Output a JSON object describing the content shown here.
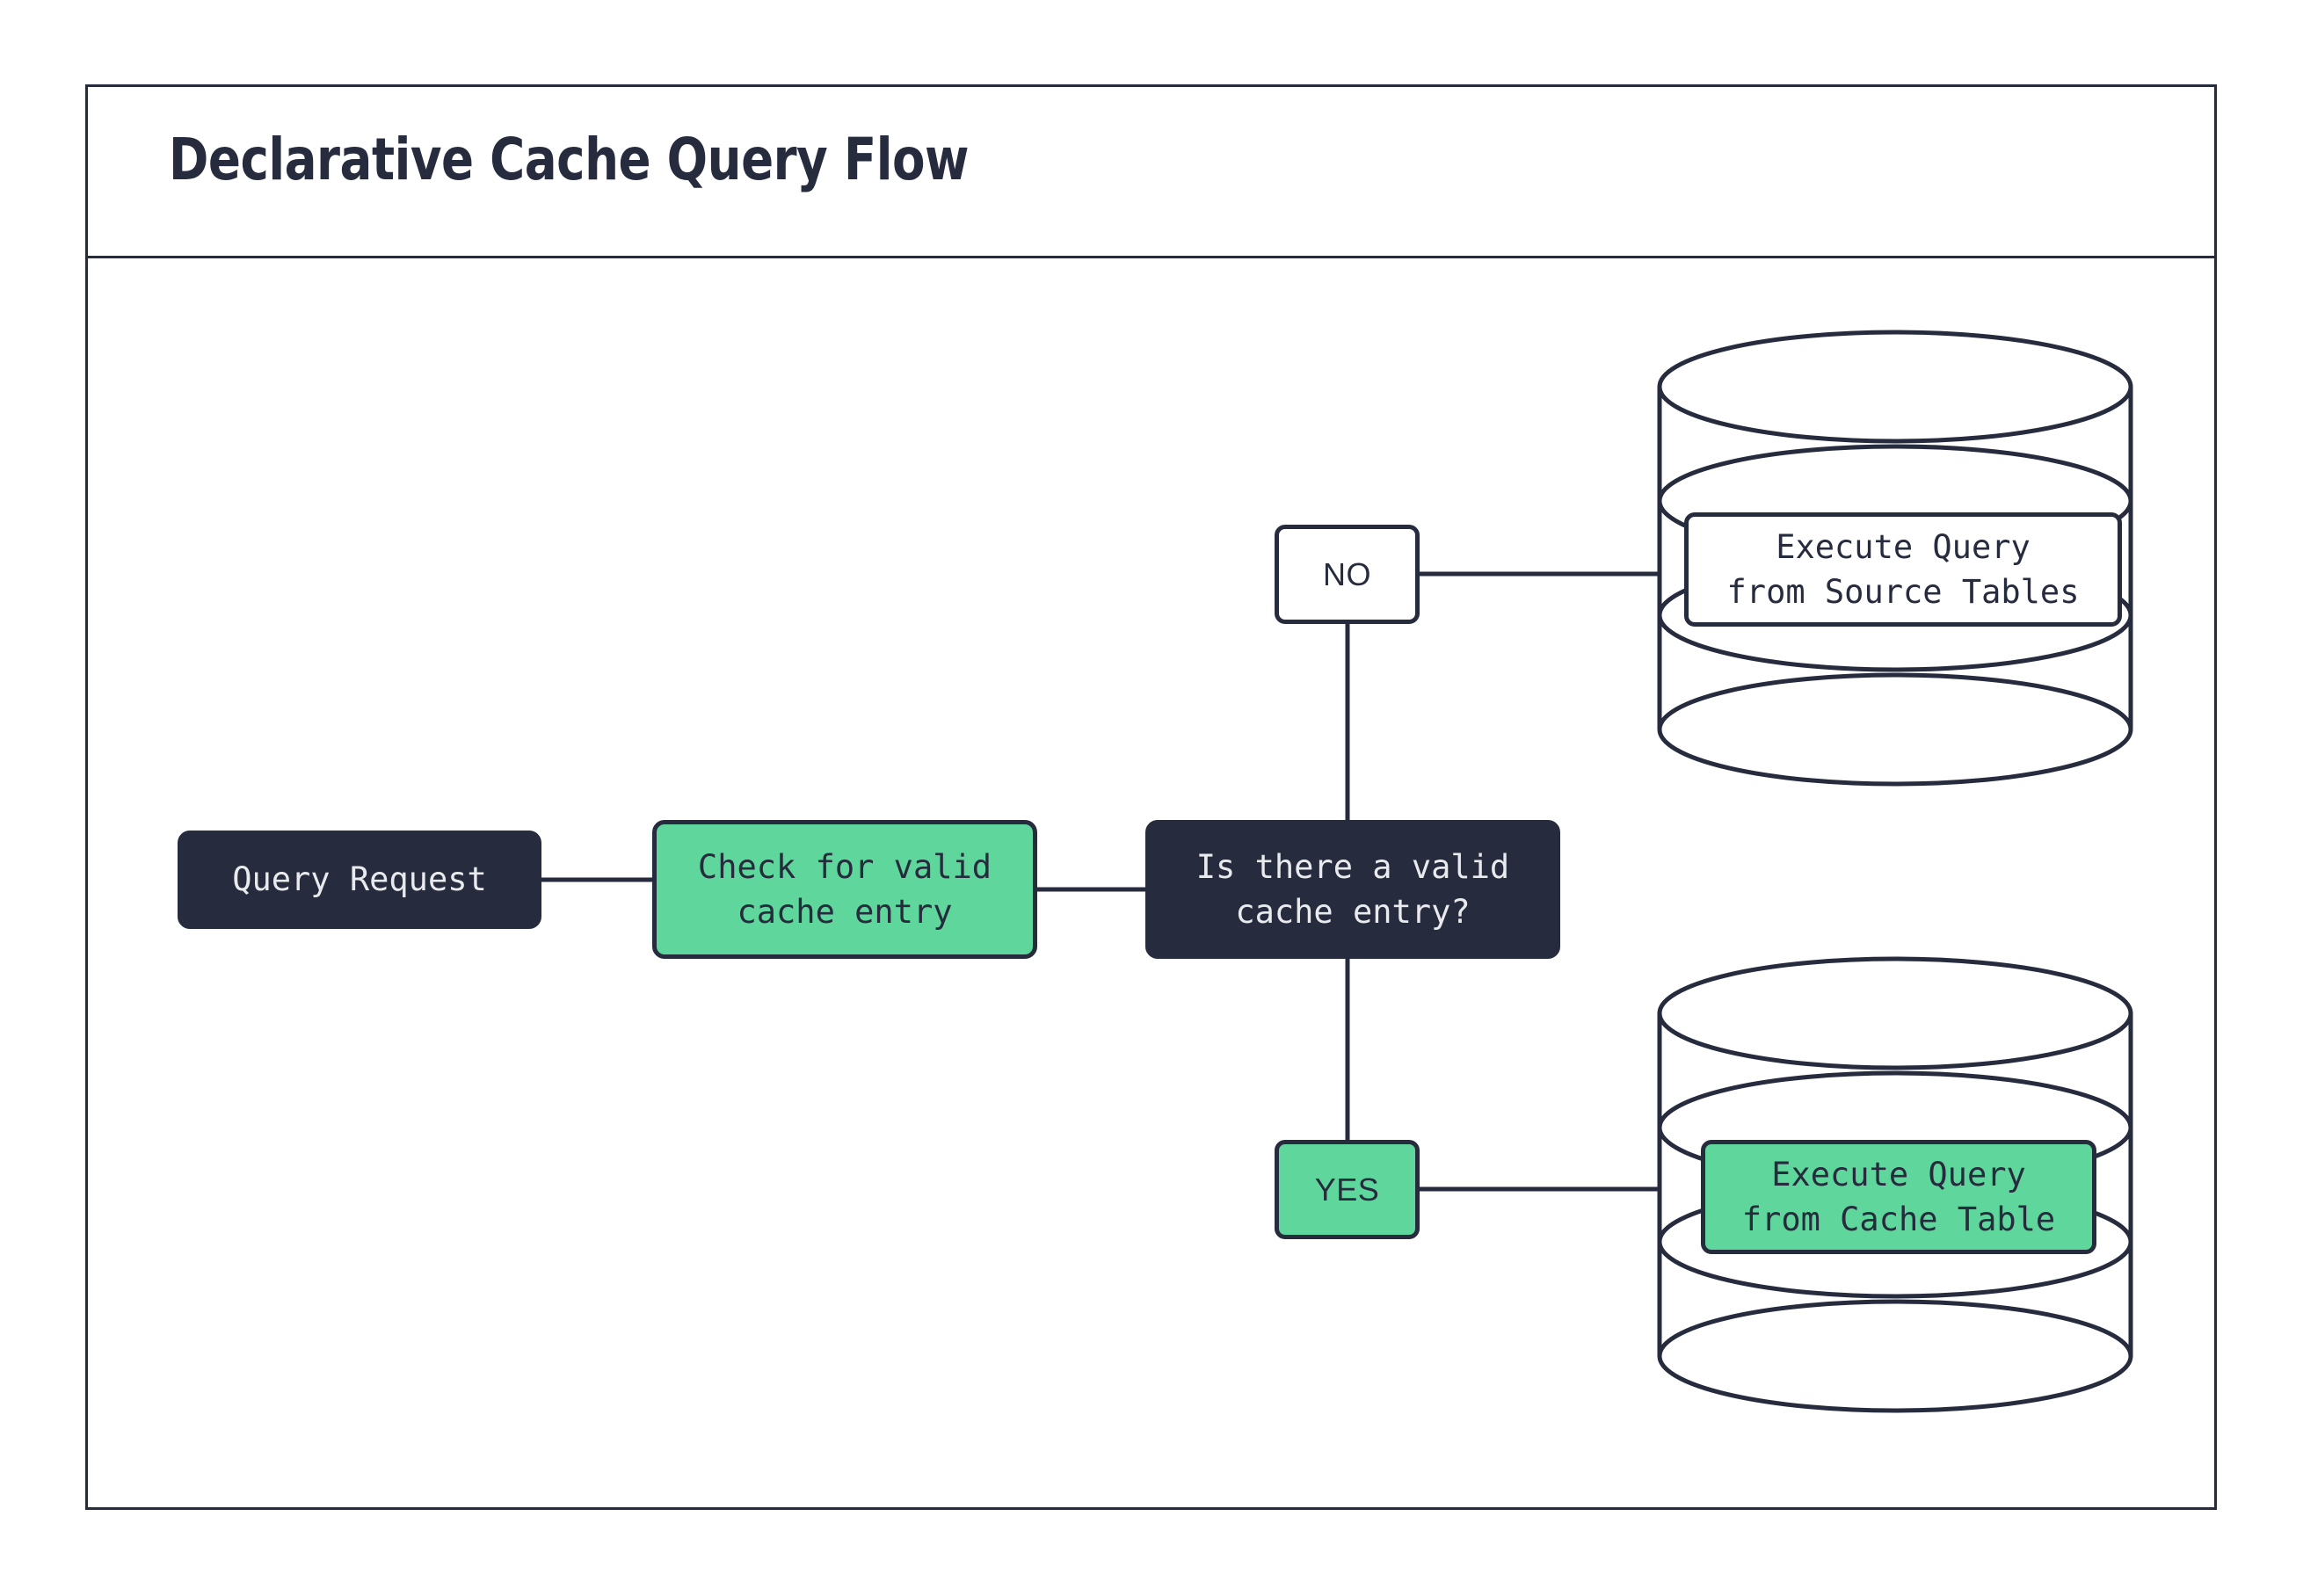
{
  "diagram": {
    "title": "Declarative Cache Query Flow",
    "colors": {
      "ink": "#262B3D",
      "accent_green": "#5FD69B",
      "surface": "#ffffff",
      "dark_text": "#e9eaee"
    },
    "nodes": [
      {
        "id": "query-request",
        "label": "Query Request",
        "style": "dark",
        "shape": "rounded-rect"
      },
      {
        "id": "check-cache",
        "label": "Check for valid\ncache entry",
        "style": "green",
        "shape": "rounded-rect"
      },
      {
        "id": "decision",
        "label": "Is there a valid\ncache entry?",
        "style": "dark",
        "shape": "rounded-rect"
      },
      {
        "id": "execute-source",
        "label": "Execute Query\nfrom Source Tables",
        "style": "white",
        "shape": "database-cylinder"
      },
      {
        "id": "execute-cache",
        "label": "Execute Query\nfrom Cache Table",
        "style": "green",
        "shape": "database-cylinder"
      }
    ],
    "edge_labels": [
      {
        "id": "no",
        "label": "NO",
        "style": "white"
      },
      {
        "id": "yes",
        "label": "YES",
        "style": "green"
      }
    ],
    "edges": [
      {
        "from": "query-request",
        "to": "check-cache",
        "label": ""
      },
      {
        "from": "check-cache",
        "to": "decision",
        "label": ""
      },
      {
        "from": "decision",
        "to": "execute-source",
        "label": "NO"
      },
      {
        "from": "decision",
        "to": "execute-cache",
        "label": "YES"
      }
    ]
  }
}
